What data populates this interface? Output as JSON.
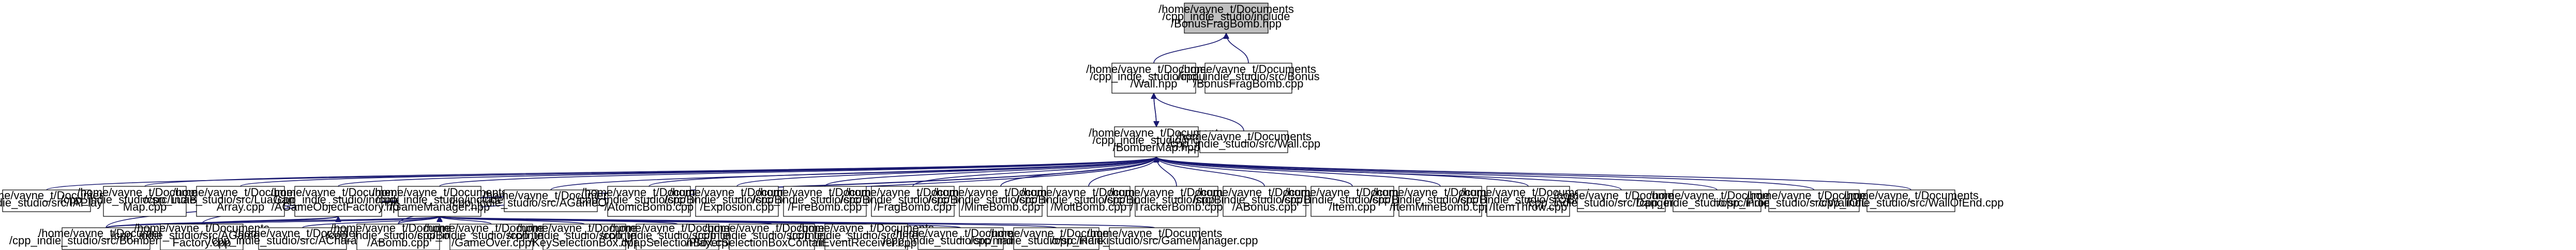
{
  "diagram": {
    "kind": "include-dependency-graph",
    "colors": {
      "edge": "#191970",
      "node_fill": "#ffffff",
      "root_fill": "#bfbfbf",
      "node_border": "#000000"
    },
    "nodes": [
      {
        "id": "bonusfragbomb_hpp",
        "lines": [
          "/home/vayne_t/Documents",
          "/cpp_indie_studio/include",
          "/BonusFragBomb.hpp"
        ],
        "root": true
      },
      {
        "id": "wall_hpp",
        "lines": [
          "/home/vayne_t/Documents",
          "/cpp_indie_studio/include",
          "/Wall.hpp"
        ]
      },
      {
        "id": "bonusfragbomb_cpp",
        "lines": [
          "/home/vayne_t/Documents",
          "/cpp_indie_studio/src/Bonus",
          "/BonusFragBomb.cpp"
        ]
      },
      {
        "id": "bombermap_hpp",
        "lines": [
          "/home/vayne_t/Documents",
          "/cpp_indie_studio/include",
          "/BomberMap.hpp"
        ]
      },
      {
        "id": "wall_cpp",
        "lines": [
          "/home/vayne_t/Documents",
          "/cpp_indie_studio/src/Wall.cpp"
        ]
      },
      {
        "id": "iaplayer_cpp",
        "lines": [
          "/home/vayne_t/Documents",
          "/cpp_indie_studio/src/IAPlayer.cpp"
        ]
      },
      {
        "id": "luabombermap_cpp",
        "lines": [
          "/home/vayne_t/Documents",
          "/cpp_indie_studio/src/LuaBomber",
          "Map.cpp"
        ]
      },
      {
        "id": "luagameobjectarray_cpp",
        "lines": [
          "/home/vayne_t/Documents",
          "/cpp_indie_studio/src/LuaGameObject",
          "Array.cpp"
        ]
      },
      {
        "id": "agameobjectfactory_hpp",
        "lines": [
          "/home/vayne_t/Documents",
          "/cpp_indie_studio/include",
          "/AGameObjectFactory.hpp"
        ]
      },
      {
        "id": "gamemanager_hpp",
        "lines": [
          "/home/vayne_t/Documents",
          "/cpp_indie_studio/include",
          "/GameManager.hpp"
        ]
      },
      {
        "id": "agameobject_cpp",
        "lines": [
          "/home/vayne_t/Documents",
          "/cpp_indie_studio/src/AGameObject.cpp"
        ]
      },
      {
        "id": "atomicbomb_cpp",
        "lines": [
          "/home/vayne_t/Documents",
          "/cpp_indie_studio/src/Bombs",
          "/AtomicBomb.cpp"
        ]
      },
      {
        "id": "explosion_cpp",
        "lines": [
          "/home/vayne_t/Documents",
          "/cpp_indie_studio/src/Bombs",
          "/Explosion.cpp"
        ]
      },
      {
        "id": "firebomb_cpp",
        "lines": [
          "/home/vayne_t/Documents",
          "/cpp_indie_studio/src/Bombs",
          "/FireBomb.cpp"
        ]
      },
      {
        "id": "fragbomb_cpp",
        "lines": [
          "/home/vayne_t/Documents",
          "/cpp_indie_studio/src/Bombs",
          "/FragBomb.cpp"
        ]
      },
      {
        "id": "minebomb_cpp",
        "lines": [
          "/home/vayne_t/Documents",
          "/cpp_indie_studio/src/Bombs",
          "/MineBomb.cpp"
        ]
      },
      {
        "id": "moltbomb_cpp",
        "lines": [
          "/home/vayne_t/Documents",
          "/cpp_indie_studio/src/Bombs",
          "/MoltBomb.cpp"
        ]
      },
      {
        "id": "trackerbomb_cpp",
        "lines": [
          "/home/vayne_t/Documents",
          "/cpp_indie_studio/src/Bombs",
          "/TrackerBomb.cpp"
        ]
      },
      {
        "id": "abonus_cpp",
        "lines": [
          "/home/vayne_t/Documents",
          "/cpp_indie_studio/src/Bonus",
          "/ABonus.cpp"
        ]
      },
      {
        "id": "item_cpp",
        "lines": [
          "/home/vayne_t/Documents",
          "/cpp_indie_studio/src/Bonus",
          "/Item.cpp"
        ]
      },
      {
        "id": "itemminebomb_cpp",
        "lines": [
          "/home/vayne_t/Documents",
          "/cpp_indie_studio/src/Bonus",
          "/ItemMineBomb.cpp"
        ]
      },
      {
        "id": "itemthrow_cpp",
        "lines": [
          "/home/vayne_t/Documents",
          "/cpp_indie_studio/src/Bonus",
          "/ItemThrow.cpp"
        ]
      },
      {
        "id": "dangermap_cpp",
        "lines": [
          "/home/vayne_t/Documents",
          "/cpp_indie_studio/src/DangerMap.cpp"
        ]
      },
      {
        "id": "props_cpp",
        "lines": [
          "/home/vayne_t/Documents",
          "/cpp_indie_studio/src/Props.cpp"
        ]
      },
      {
        "id": "wallofdead_cpp",
        "lines": [
          "/home/vayne_t/Documents",
          "/cpp_indie_studio/src/WallOfDead.cpp"
        ]
      },
      {
        "id": "wallofend_cpp",
        "lines": [
          "/home/vayne_t/Documents",
          "/cpp_indie_studio/src/WallOfEnd.cpp"
        ]
      },
      {
        "id": "bombermap_cpp",
        "lines": [
          "/home/vayne_t/Documents",
          "/cpp_indie_studio/src/BomberMap.cpp"
        ]
      },
      {
        "id": "agameobjectfactory_cpp",
        "lines": [
          "/home/vayne_t/Documents",
          "/cpp_indie_studio/src/AGameObject",
          "Factory.cpp"
        ]
      },
      {
        "id": "acharacter_cpp",
        "lines": [
          "/home/vayne_t/Documents",
          "/cpp_indie_studio/src/ACharacter.cpp"
        ]
      },
      {
        "id": "abomb_cpp",
        "lines": [
          "/home/vayne_t/Documents",
          "/cpp_indie_studio/src/Bombs",
          "/ABomb.cpp"
        ]
      },
      {
        "id": "gameover_cpp",
        "lines": [
          "/home/vayne_t/Documents",
          "/cpp_indie_studio/src/Interface",
          "/GameOver.cpp"
        ]
      },
      {
        "id": "keyselectionbox_cpp",
        "lines": [
          "/home/vayne_t/Documents",
          "/cpp_indie_studio/src/Interface",
          "/KeySelectionBox.cpp"
        ]
      },
      {
        "id": "mapselectionbox_cpp",
        "lines": [
          "/home/vayne_t/Documents",
          "/cpp_indie_studio/src/Interface",
          "/MapSelectionBox.cpp"
        ]
      },
      {
        "id": "playerselectionboxcontainer_cpp",
        "lines": [
          "/home/vayne_t/Documents",
          "/cpp_indie_studio/src/Interface",
          "/PlayerSelectionBoxContainer.cpp"
        ]
      },
      {
        "id": "ieventreceiver_cpp",
        "lines": [
          "/home/vayne_t/Documents",
          "/cpp_indie_studio/src/Interface",
          "/IEventReceiver.cpp"
        ]
      },
      {
        "id": "main_cpp",
        "lines": [
          "/home/vayne_t/Documents",
          "/cpp_indie_studio/src/main.cpp"
        ]
      },
      {
        "id": "ranking_cpp",
        "lines": [
          "/home/vayne_t/Documents",
          "/cpp_indie_studio/src/Ranking.cpp"
        ]
      },
      {
        "id": "gamemanager_cpp",
        "lines": [
          "/home/vayne_t/Documents",
          "/cpp_indie_studio/src/GameManager.cpp"
        ]
      }
    ],
    "edges": [
      [
        "bonusfragbomb_hpp",
        "wall_hpp"
      ],
      [
        "bonusfragbomb_hpp",
        "bonusfragbomb_cpp"
      ],
      [
        "wall_hpp",
        "bombermap_hpp"
      ],
      [
        "wall_hpp",
        "wall_cpp"
      ],
      [
        "bombermap_hpp",
        "wall_hpp"
      ],
      [
        "bombermap_hpp",
        "iaplayer_cpp"
      ],
      [
        "bombermap_hpp",
        "luabombermap_cpp"
      ],
      [
        "bombermap_hpp",
        "luagameobjectarray_cpp"
      ],
      [
        "bombermap_hpp",
        "agameobjectfactory_hpp"
      ],
      [
        "bombermap_hpp",
        "gamemanager_hpp"
      ],
      [
        "bombermap_hpp",
        "agameobject_cpp"
      ],
      [
        "bombermap_hpp",
        "atomicbomb_cpp"
      ],
      [
        "bombermap_hpp",
        "explosion_cpp"
      ],
      [
        "bombermap_hpp",
        "firebomb_cpp"
      ],
      [
        "bombermap_hpp",
        "fragbomb_cpp"
      ],
      [
        "bombermap_hpp",
        "minebomb_cpp"
      ],
      [
        "bombermap_hpp",
        "moltbomb_cpp"
      ],
      [
        "bombermap_hpp",
        "trackerbomb_cpp"
      ],
      [
        "bombermap_hpp",
        "abonus_cpp"
      ],
      [
        "bombermap_hpp",
        "item_cpp"
      ],
      [
        "bombermap_hpp",
        "itemminebomb_cpp"
      ],
      [
        "bombermap_hpp",
        "itemthrow_cpp"
      ],
      [
        "bombermap_hpp",
        "dangermap_cpp"
      ],
      [
        "bombermap_hpp",
        "props_cpp"
      ],
      [
        "bombermap_hpp",
        "wallofdead_cpp"
      ],
      [
        "bombermap_hpp",
        "wallofend_cpp"
      ],
      [
        "bombermap_hpp",
        "wall_cpp"
      ],
      [
        "bombermap_hpp",
        "bombermap_cpp"
      ],
      [
        "bombermap_hpp",
        "agameobjectfactory_cpp"
      ],
      [
        "bombermap_hpp",
        "abomb_cpp"
      ],
      [
        "agameobjectfactory_hpp",
        "bombermap_cpp"
      ],
      [
        "agameobjectfactory_hpp",
        "agameobjectfactory_cpp"
      ],
      [
        "gamemanager_hpp",
        "bombermap_cpp"
      ],
      [
        "gamemanager_hpp",
        "agameobjectfactory_cpp"
      ],
      [
        "gamemanager_hpp",
        "acharacter_cpp"
      ],
      [
        "gamemanager_hpp",
        "abomb_cpp"
      ],
      [
        "gamemanager_hpp",
        "gameover_cpp"
      ],
      [
        "gamemanager_hpp",
        "keyselectionbox_cpp"
      ],
      [
        "gamemanager_hpp",
        "mapselectionbox_cpp"
      ],
      [
        "gamemanager_hpp",
        "playerselectionboxcontainer_cpp"
      ],
      [
        "gamemanager_hpp",
        "ieventreceiver_cpp"
      ],
      [
        "gamemanager_hpp",
        "main_cpp"
      ],
      [
        "gamemanager_hpp",
        "ranking_cpp"
      ],
      [
        "gamemanager_hpp",
        "gamemanager_cpp"
      ]
    ]
  }
}
